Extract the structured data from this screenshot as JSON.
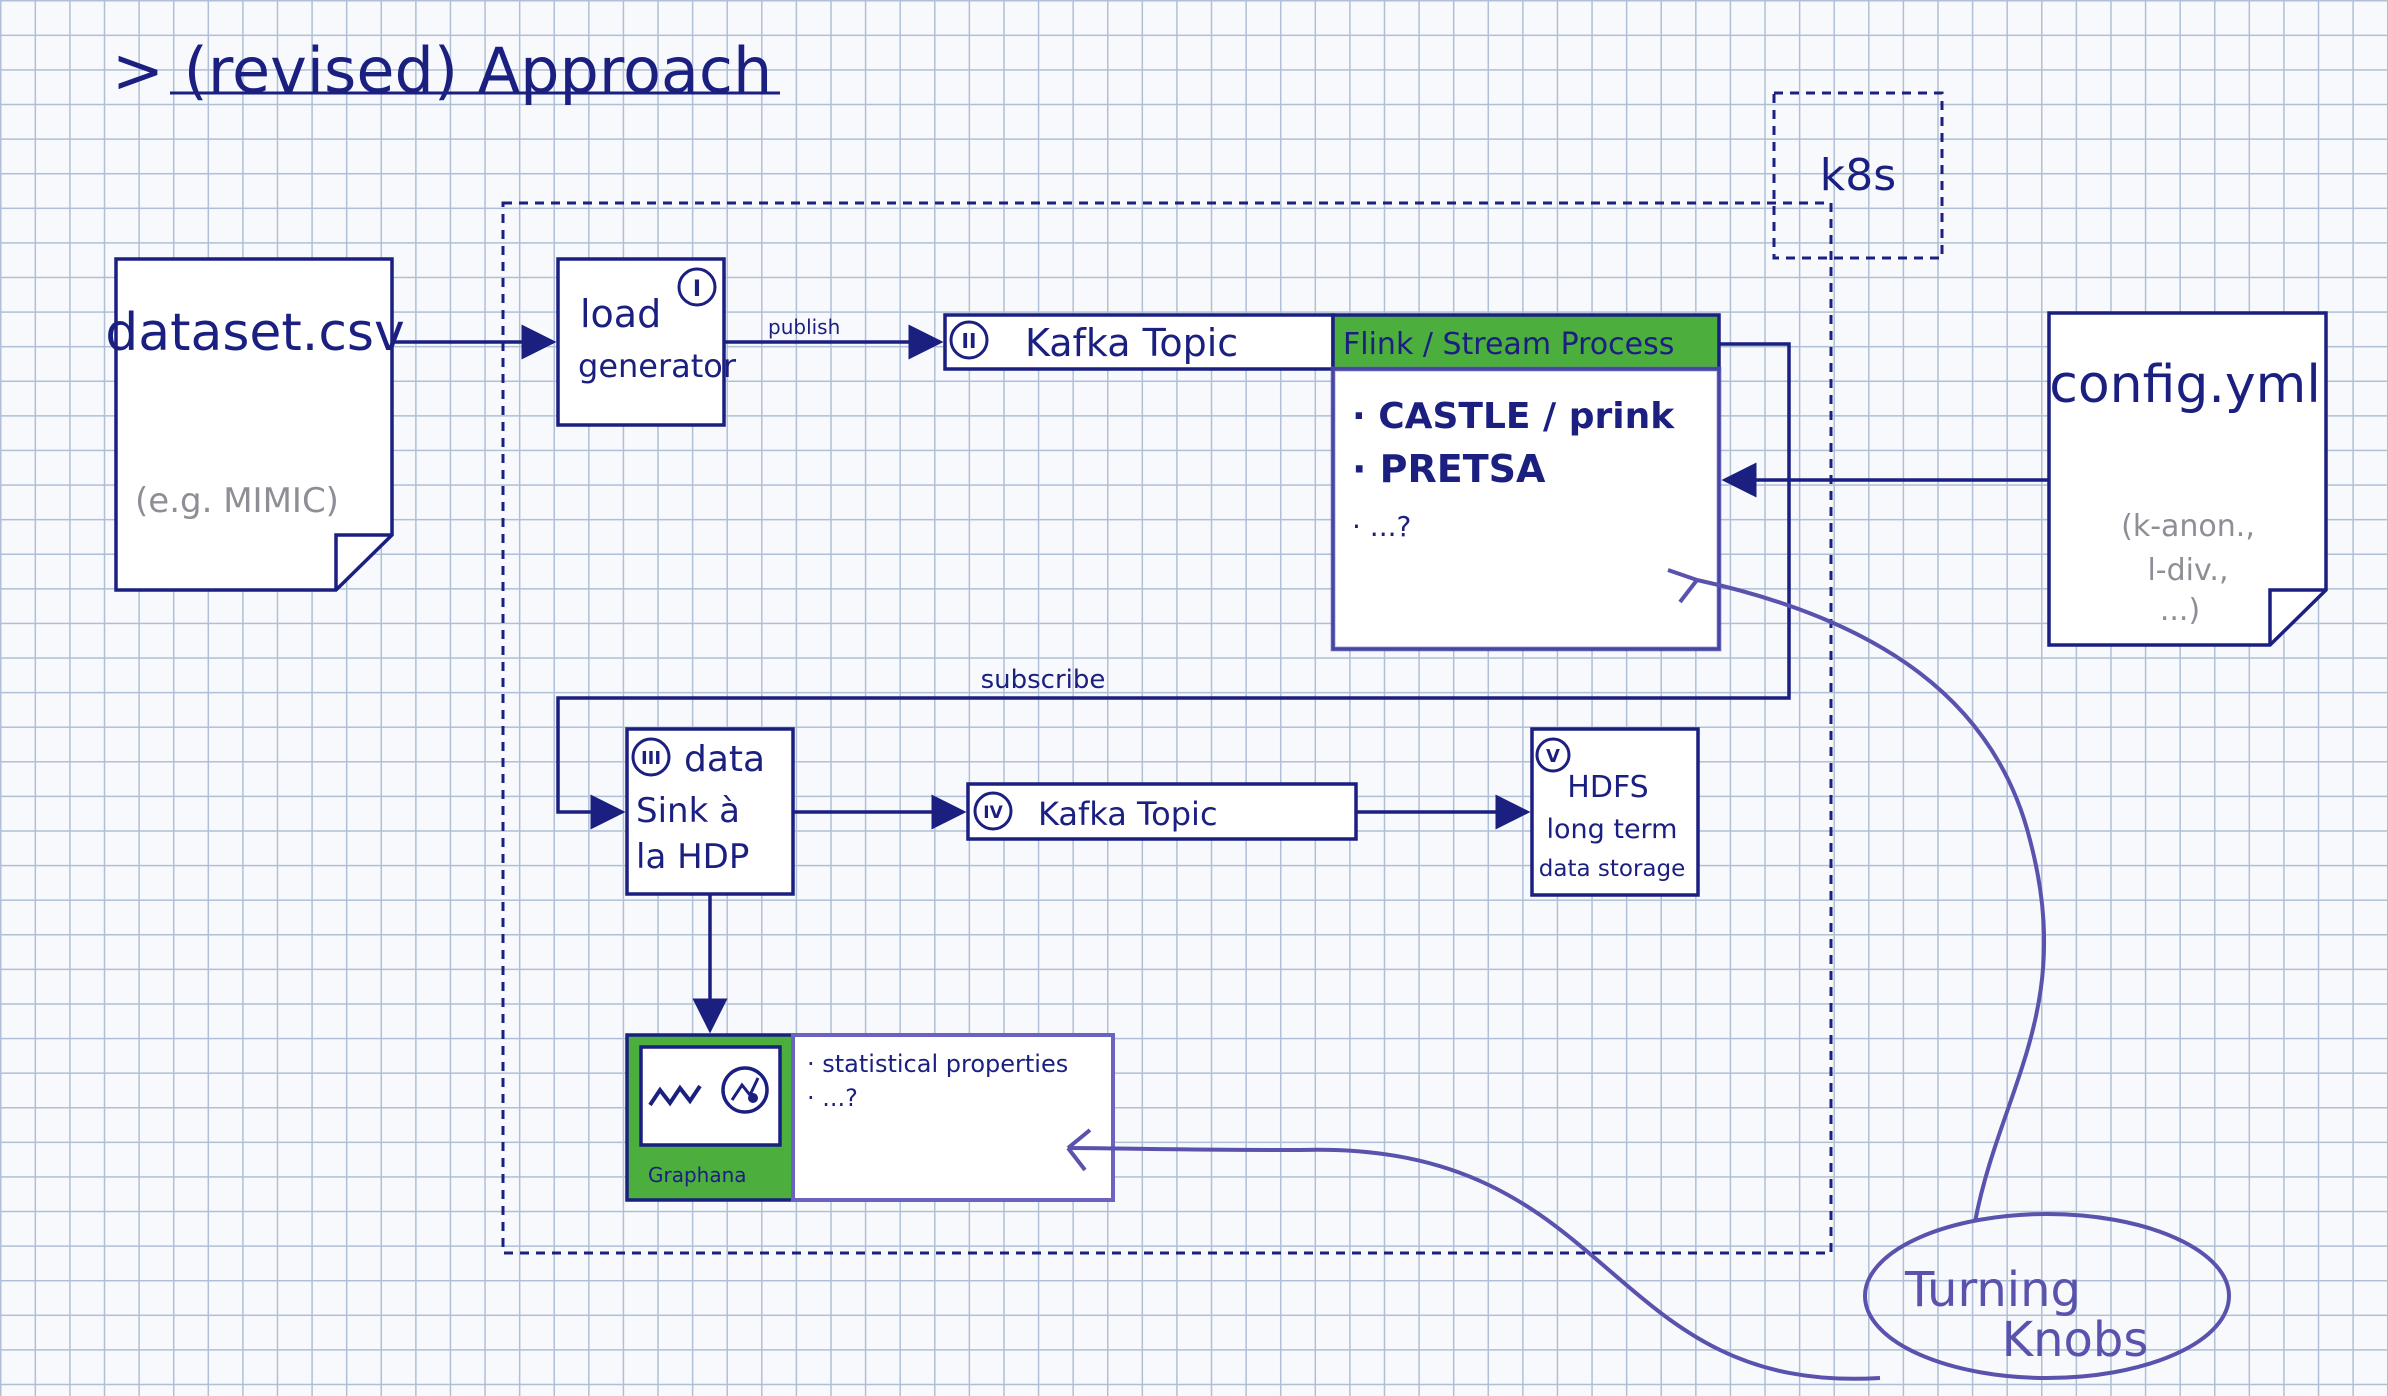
{
  "title": "> (revised) Approach",
  "k8s_label": "k8s",
  "dataset": {
    "name": "dataset.csv",
    "example": "(e.g. MIMIC)"
  },
  "load_generator": {
    "badge": "I",
    "line1": "load",
    "line2": "generator"
  },
  "publish_label": "publish",
  "kafka_topic_1": {
    "badge": "II",
    "label": "Kafka Topic"
  },
  "flink": {
    "header": "Flink / Stream Process",
    "items": [
      "· CASTLE / prink",
      "· PRETSA",
      "· ...?"
    ]
  },
  "config": {
    "name": "config.yml",
    "params": [
      "(k-anon.,",
      "l-div.,",
      "...)"
    ]
  },
  "subscribe_label": "subscribe",
  "data_sink": {
    "badge": "III",
    "line1": "data",
    "line2": "Sink à",
    "line3": "la HDP"
  },
  "kafka_topic_2": {
    "badge": "IV",
    "label": "Kafka Topic"
  },
  "hdfs": {
    "badge": "V",
    "line1": "HDFS",
    "line2": "long term",
    "line3": "data storage"
  },
  "grafana": {
    "label": "Graphana",
    "items": [
      "· statistical properties",
      "· ...?"
    ]
  },
  "turning_knobs": {
    "line1": "Turning",
    "line2": "Knobs"
  },
  "colors": {
    "ink": "#1a1f80",
    "green": "#4cae3c",
    "purple": "#5a53ad",
    "grey": "#8e8e96"
  }
}
